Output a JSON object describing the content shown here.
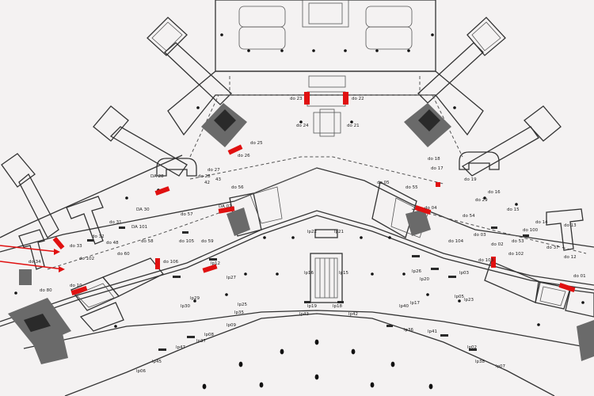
{
  "accent_color": "#e01010",
  "labels": {
    "l1": "do 23",
    "l2": "do 22",
    "l3": "do 24",
    "l4": "do 21",
    "l5": "do 25",
    "l6": "do 26",
    "l7": "do 27",
    "l8": "do 28",
    "l9": "42",
    "l10": "43",
    "l11": "DA 28",
    "l12": "do 56",
    "l13": "DA 07",
    "l14": "do 05",
    "l15": "do 55",
    "l16": "do 04",
    "l17": "do 18",
    "l18": "do 17",
    "l19": "do 19",
    "l20": "do 29",
    "l21": "do 16",
    "l22": "do 15",
    "l23": "do 14",
    "l24": "do 13",
    "l25": "do 37",
    "l26": "do 12",
    "l27": "do 01",
    "l28": "do 54",
    "l29": "do 53",
    "l30": "do 104",
    "l31": "do 03",
    "l32": "do 02",
    "l33": "do 102",
    "l34": "DA 30",
    "l35": "do 57",
    "l36": "DA 101",
    "l37": "do 58",
    "l38": "do 105",
    "l39": "do 59",
    "l40": "do 106",
    "l41": "do 60",
    "l42": "do 102",
    "l43": "do 32",
    "l44": "do 33",
    "l45": "do 34",
    "l46": "do 10",
    "l47": "do 80",
    "l48": "do 31",
    "l49": "do 48",
    "l50": "lp22",
    "l51": "lp21",
    "l52": "lp16",
    "l53": "lp15",
    "l54": "lp19",
    "l55": "lp18",
    "l56": "lp43",
    "l57": "lp42",
    "l58": "lp40",
    "l59": "lp17",
    "l60": "lp12",
    "l61": "lp27",
    "l62": "lp29",
    "l63": "lp30",
    "l64": "lp25",
    "l65": "lp35",
    "l66": "lp20",
    "l67": "lp03",
    "l68": "lp05",
    "l69": "lp02",
    "l70": "lp23",
    "l71": "lp36",
    "l72": "lp45",
    "l73": "lp47",
    "l74": "lp08",
    "l75": "lp09",
    "l76": "lp41",
    "l77": "lp37",
    "l78": "do 100",
    "l79": "do 103",
    "l80": "lp26",
    "l81": "lp38",
    "l82": "lp06",
    "l83": "lp07"
  }
}
